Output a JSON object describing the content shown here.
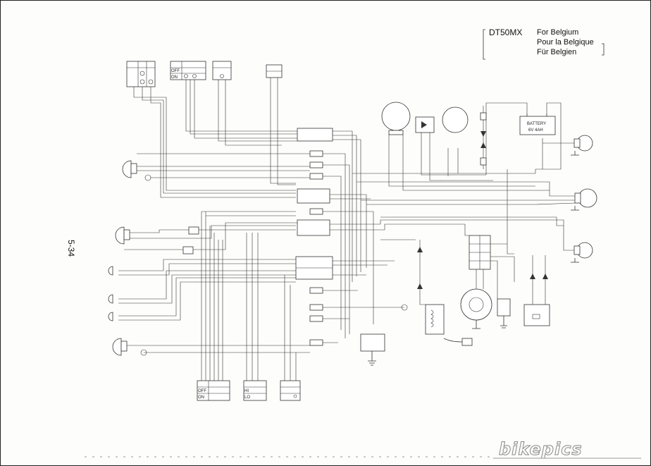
{
  "header": {
    "model": "DT50MX",
    "languages": [
      "For Belgium",
      "Pour la Belgique",
      "Für Belgien"
    ]
  },
  "page_number": "5-34",
  "watermark": "bikepics",
  "components": {
    "battery_label": "BATTERY",
    "battery_rating": "6V 4AH",
    "switch_states": [
      "OFF",
      "ON"
    ],
    "dimmer_states": [
      "HI",
      "LO"
    ]
  }
}
